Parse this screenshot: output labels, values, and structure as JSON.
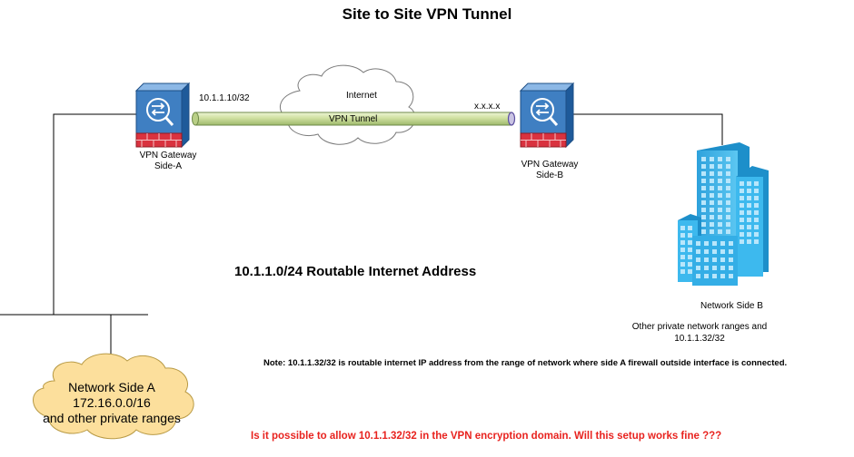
{
  "title": "Site to Site VPN Tunnel",
  "gateway_a": {
    "line1": "VPN Gateway",
    "line2": "Side-A",
    "ip": "10.1.1.10/32"
  },
  "gateway_b": {
    "line1": "VPN Gateway",
    "line2": "Side-B",
    "ip": "x.x.x.x"
  },
  "cloud_label": "Internet",
  "tunnel_label": "VPN Tunnel",
  "subtitle": "10.1.1.0/24 Routable Internet Address",
  "network_b": {
    "label": "Network Side B",
    "desc_line1": "Other private network ranges and",
    "desc_line2": "10.1.1.32/32"
  },
  "note": "Note: 10.1.1.32/32 is routable internet IP address from the range of network where side A firewall outside interface is connected.",
  "network_a": {
    "line1": "Network Side A",
    "line2": "172.16.0.0/16",
    "line3": "and other private ranges"
  },
  "question": "Is it possible to allow 10.1.1.32/32 in the VPN encryption domain. Will this setup works fine ???",
  "colors": {
    "gateway_top": "#4a86c8",
    "gateway_body": "#2f6fb3",
    "firewall_brick": "#d9323f",
    "tunnel": "#cfe0a0",
    "building": "#39b3e6",
    "cloud_network_a": "#fcdf9c",
    "question": "#e8231f"
  }
}
